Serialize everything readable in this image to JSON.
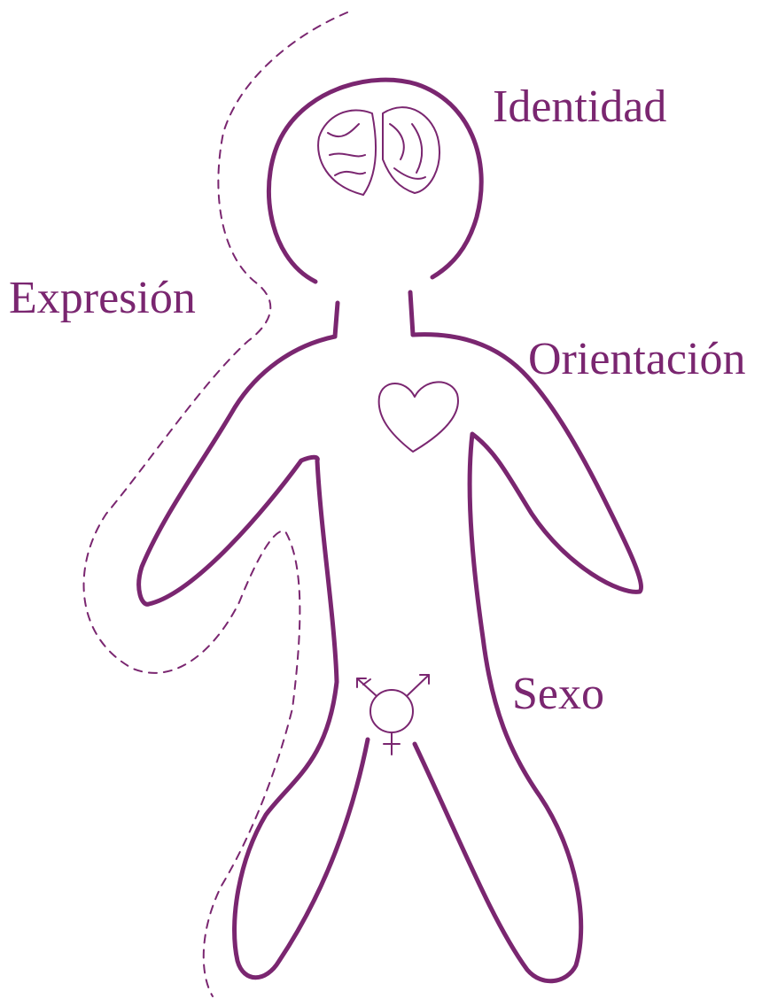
{
  "diagram": {
    "labels": {
      "identity": "Identidad",
      "expression": "Expresión",
      "orientation": "Orientación",
      "sex": "Sexo"
    },
    "icons": {
      "head": "brain-icon",
      "chest": "heart-icon",
      "pelvis": "transgender-symbol-icon"
    },
    "colors": {
      "accent": "#7a2670",
      "background": "#ffffff"
    }
  }
}
